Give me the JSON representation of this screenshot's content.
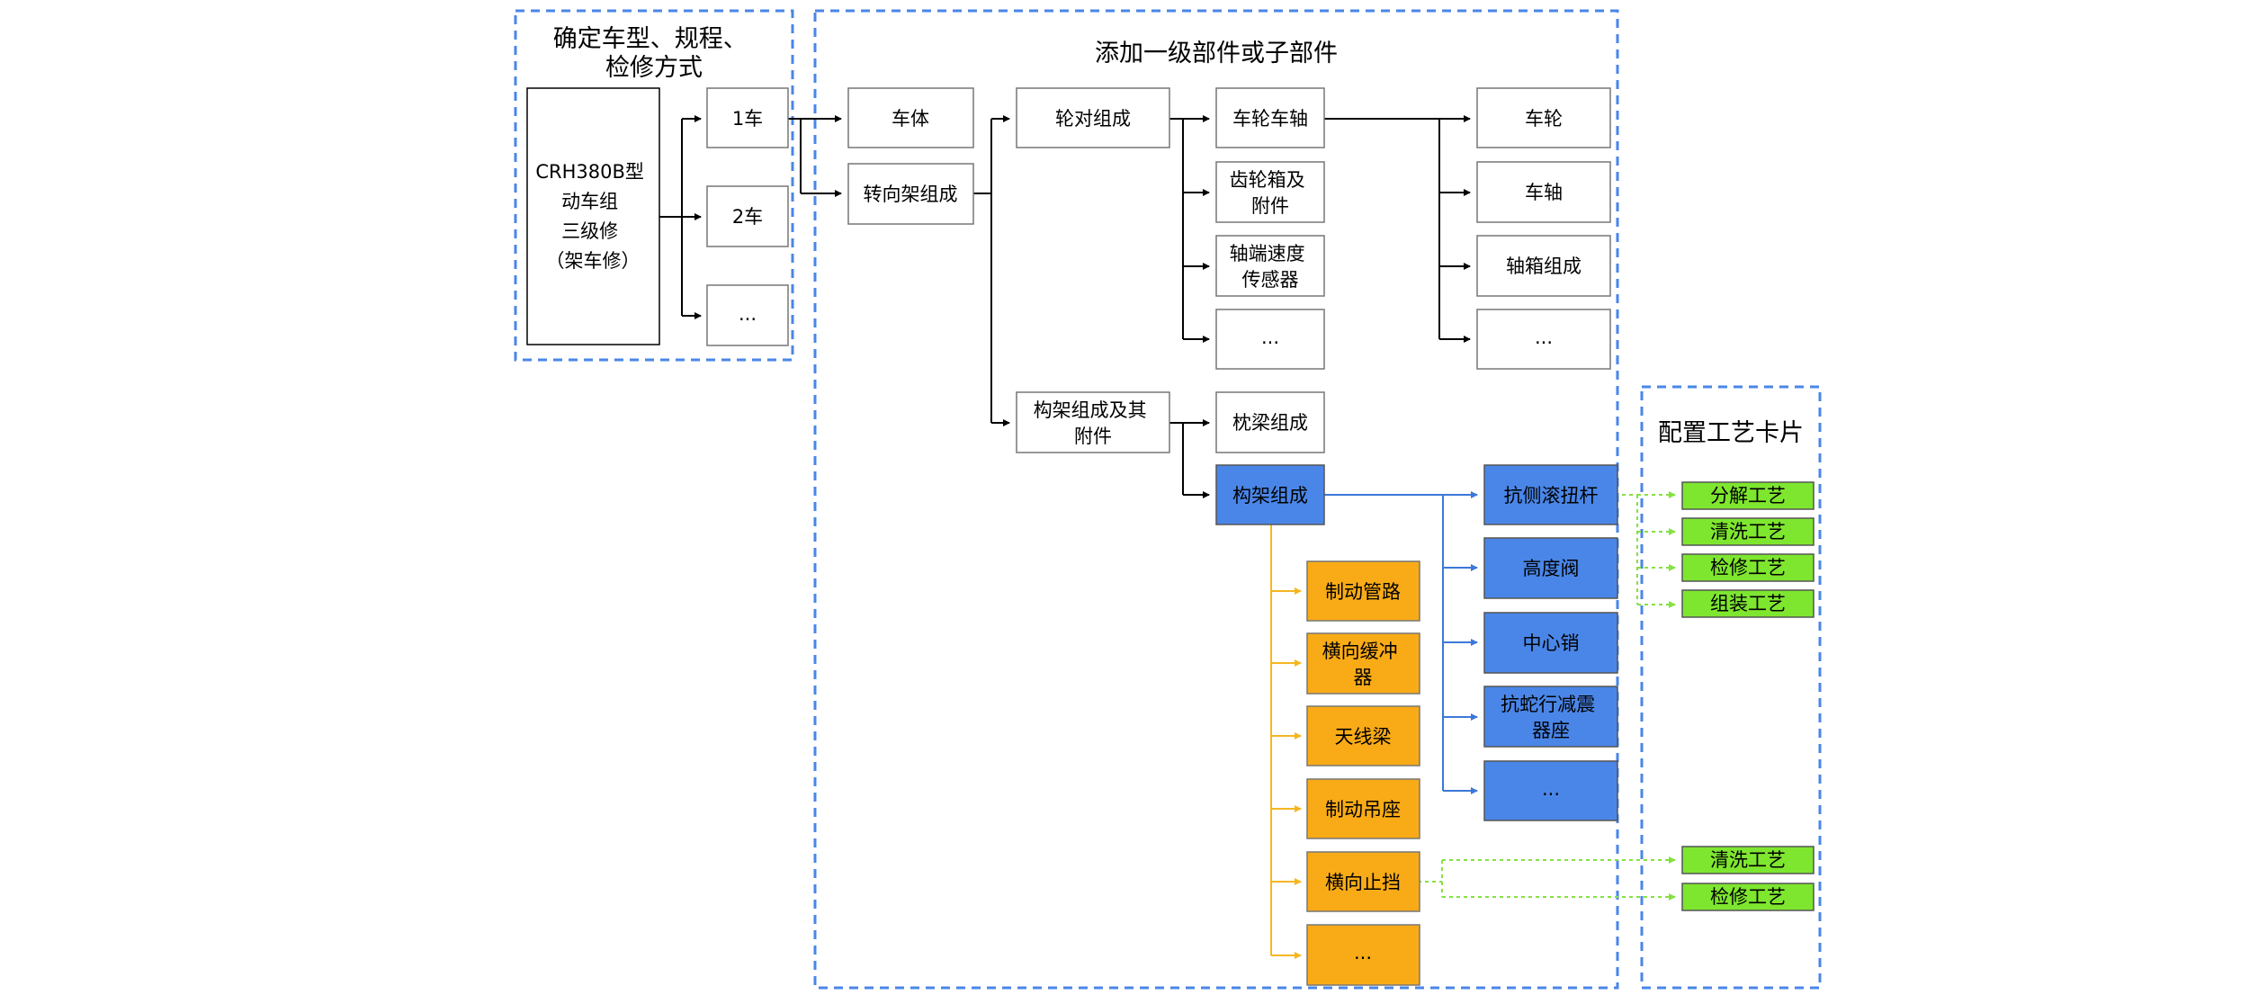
{
  "regions": {
    "determine": {
      "title": [
        "确定车型、规程、",
        "检修方式"
      ]
    },
    "add_parts": {
      "title": "添加一级部件或子部件"
    },
    "config": {
      "title": "配置工艺卡片"
    }
  },
  "nodes": {
    "crh": [
      "CRH380B型",
      "动车组",
      "三级修",
      "（架车修）"
    ],
    "car1": "1车",
    "car2": "2车",
    "car_more": "...",
    "body": "车体",
    "bogie": "转向架组成",
    "wheelset": "轮对组成",
    "wheel_axle": "车轮车轴",
    "gearbox": [
      "齿轮箱及",
      "附件"
    ],
    "speed_sensor": [
      "轴端速度",
      "传感器"
    ],
    "ws_more": "...",
    "wheel": "车轮",
    "axle": "车轴",
    "axlebox": "轴箱组成",
    "wa_more": "...",
    "frame_assy": [
      "构架组成及其",
      "附件"
    ],
    "bolster": "枕梁组成",
    "frame": "构架组成",
    "brake_pipe": "制动管路",
    "lat_buffer": [
      "横向缓冲",
      "器"
    ],
    "antenna": "天线梁",
    "brake_hanger": "制动吊座",
    "lat_stop": "横向止挡",
    "orange_more": "...",
    "anti_roll": "抗侧滚扭杆",
    "level_valve": "高度阀",
    "center_pin": "中心销",
    "yaw_damper_seat": [
      "抗蛇行减震",
      "器座"
    ],
    "blue_more": "...",
    "card_disassembly": "分解工艺",
    "card_cleaning": "清洗工艺",
    "card_inspection": "检修工艺",
    "card_assembly": "组装工艺",
    "card_cleaning_2": "清洗工艺",
    "card_inspection_2": "检修工艺"
  },
  "colors": {
    "region_border": "#4a86e8",
    "black": "#000000",
    "blue_fill": "#4a86e8",
    "blue_line": "#3c78d8",
    "orange_fill": "#f9ab17",
    "orange_line": "#f5b622",
    "green_fill": "#7ee62f",
    "green_line": "#86e043"
  },
  "icons": [
    "arrow-head"
  ]
}
